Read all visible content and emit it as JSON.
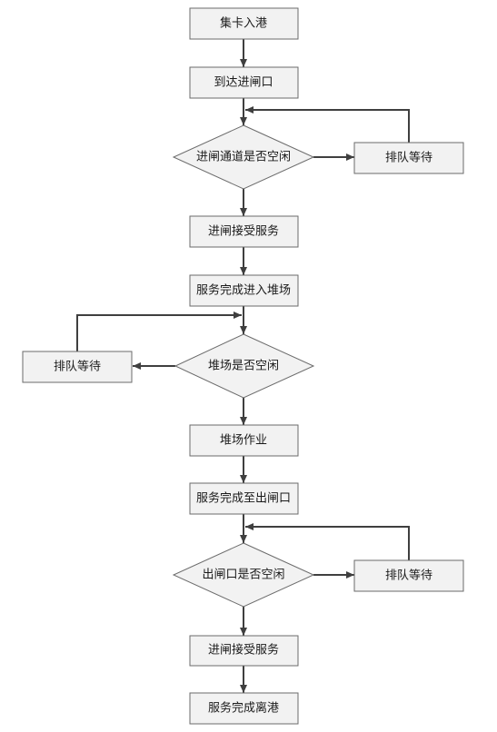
{
  "flowchart": {
    "nodes": {
      "arrive_port": "集卡入港",
      "reach_entry_gate": "到达进闸口",
      "entry_lane_idle": "进闸通道是否空闲",
      "queue_1": "排队等待",
      "entry_service_1": "进闸接受服务",
      "service_done_to_yard": "服务完成进入堆场",
      "yard_idle": "堆场是否空闲",
      "queue_2": "排队等待",
      "yard_operation": "堆场作业",
      "service_done_to_exit_gate": "服务完成至出闸口",
      "exit_gate_idle": "出闸口是否空闲",
      "queue_3": "排队等待",
      "entry_service_2": "进闸接受服务",
      "service_done_leave": "服务完成离港"
    }
  }
}
